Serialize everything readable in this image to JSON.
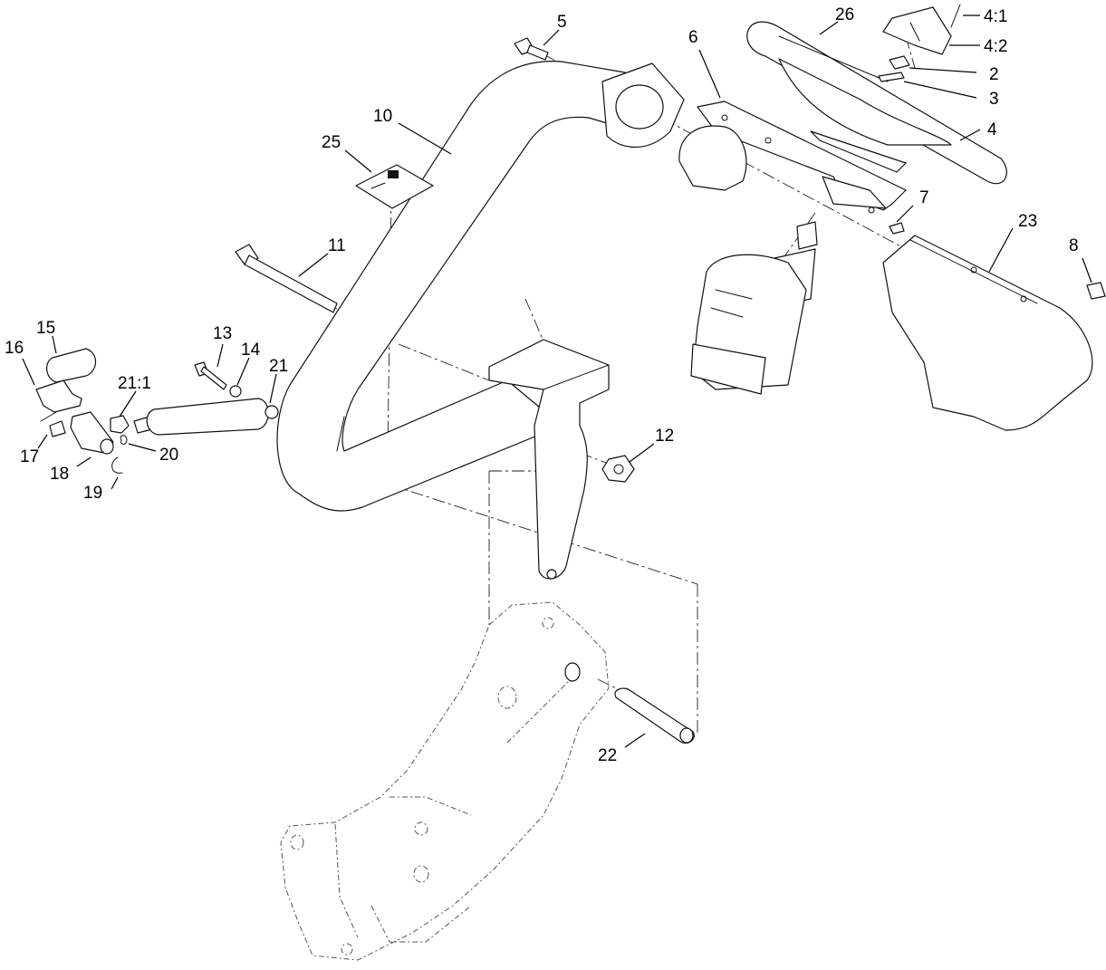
{
  "callouts": [
    {
      "id": "c-5",
      "text": "5"
    },
    {
      "id": "c-26",
      "text": "26"
    },
    {
      "id": "c-4-1",
      "text": "4:1"
    },
    {
      "id": "c-4-2",
      "text": "4:2"
    },
    {
      "id": "c-6",
      "text": "6"
    },
    {
      "id": "c-2",
      "text": "2"
    },
    {
      "id": "c-3",
      "text": "3"
    },
    {
      "id": "c-10",
      "text": "10"
    },
    {
      "id": "c-4",
      "text": "4"
    },
    {
      "id": "c-25",
      "text": "25"
    },
    {
      "id": "c-7",
      "text": "7"
    },
    {
      "id": "c-23",
      "text": "23"
    },
    {
      "id": "c-8",
      "text": "8"
    },
    {
      "id": "c-11",
      "text": "11"
    },
    {
      "id": "c-15",
      "text": "15"
    },
    {
      "id": "c-13",
      "text": "13"
    },
    {
      "id": "c-16",
      "text": "16"
    },
    {
      "id": "c-14",
      "text": "14"
    },
    {
      "id": "c-21",
      "text": "21"
    },
    {
      "id": "c-21-1",
      "text": "21:1"
    },
    {
      "id": "c-17",
      "text": "17"
    },
    {
      "id": "c-20",
      "text": "20"
    },
    {
      "id": "c-12",
      "text": "12"
    },
    {
      "id": "c-18",
      "text": "18"
    },
    {
      "id": "c-19",
      "text": "19"
    },
    {
      "id": "c-22",
      "text": "22"
    }
  ]
}
